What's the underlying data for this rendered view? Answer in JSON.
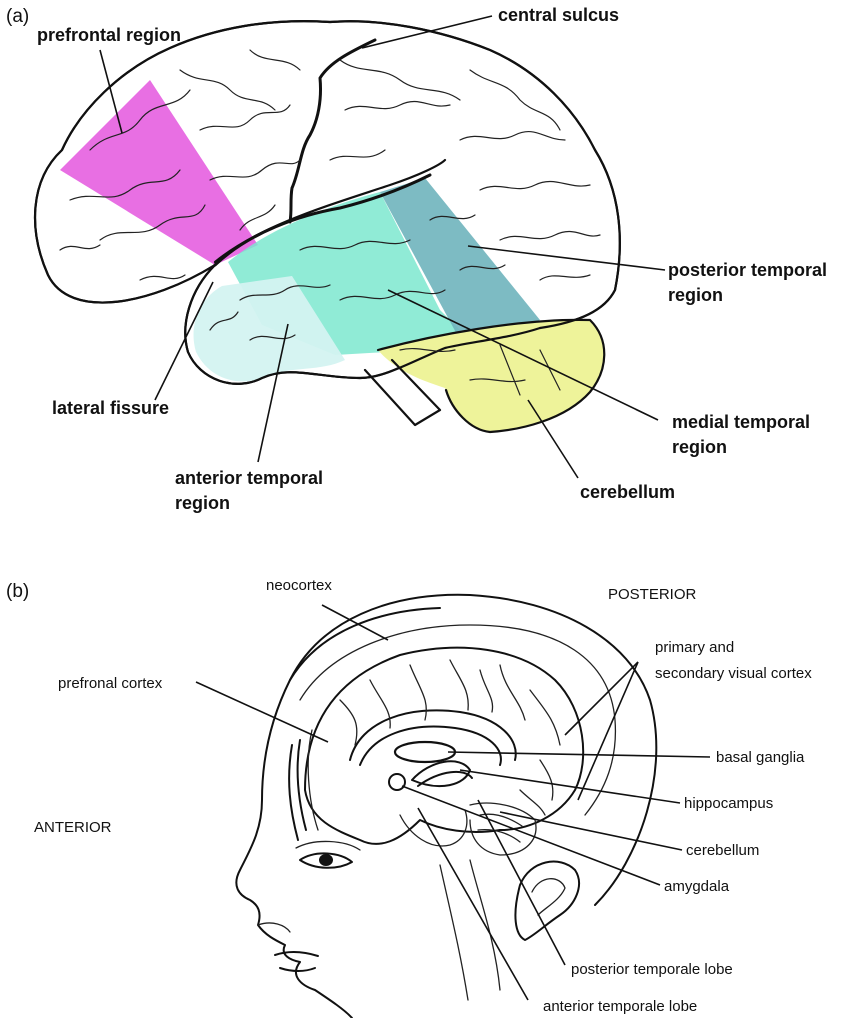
{
  "panel_a": {
    "panel_label": "(a)",
    "labels": {
      "prefrontal": "prefrontal region",
      "central_sulcus": "central sulcus",
      "posterior_temporal_1": "posterior temporal",
      "posterior_temporal_2": "region",
      "lateral_fissure": "lateral fissure",
      "medial_temporal_1": "medial temporal",
      "medial_temporal_2": "region",
      "anterior_temporal_1": "anterior temporal",
      "anterior_temporal_2": "region",
      "cerebellum": "cerebellum"
    },
    "colors": {
      "prefrontal": "#e55fe0",
      "medial_temporal": "#7ce8cf",
      "posterior_temporal": "#6fb4bd",
      "anterior_temporal": "#d4f3f1",
      "cerebellum": "#eef39a"
    }
  },
  "panel_b": {
    "panel_label": "(b)",
    "labels": {
      "neocortex": "neocortex",
      "posterior": "POSTERIOR",
      "visual_1": "primary and",
      "visual_2": "secondary visual cortex",
      "prefrontal_cortex": "prefronal cortex",
      "basal_ganglia": "basal ganglia",
      "hippocampus": "hippocampus",
      "anterior": "ANTERIOR",
      "cerebellum": "cerebellum",
      "amygdala": "amygdala",
      "posterior_temporal_lobe": "posterior temporale lobe",
      "anterior_temporal_lobe": "anterior temporale lobe"
    }
  }
}
